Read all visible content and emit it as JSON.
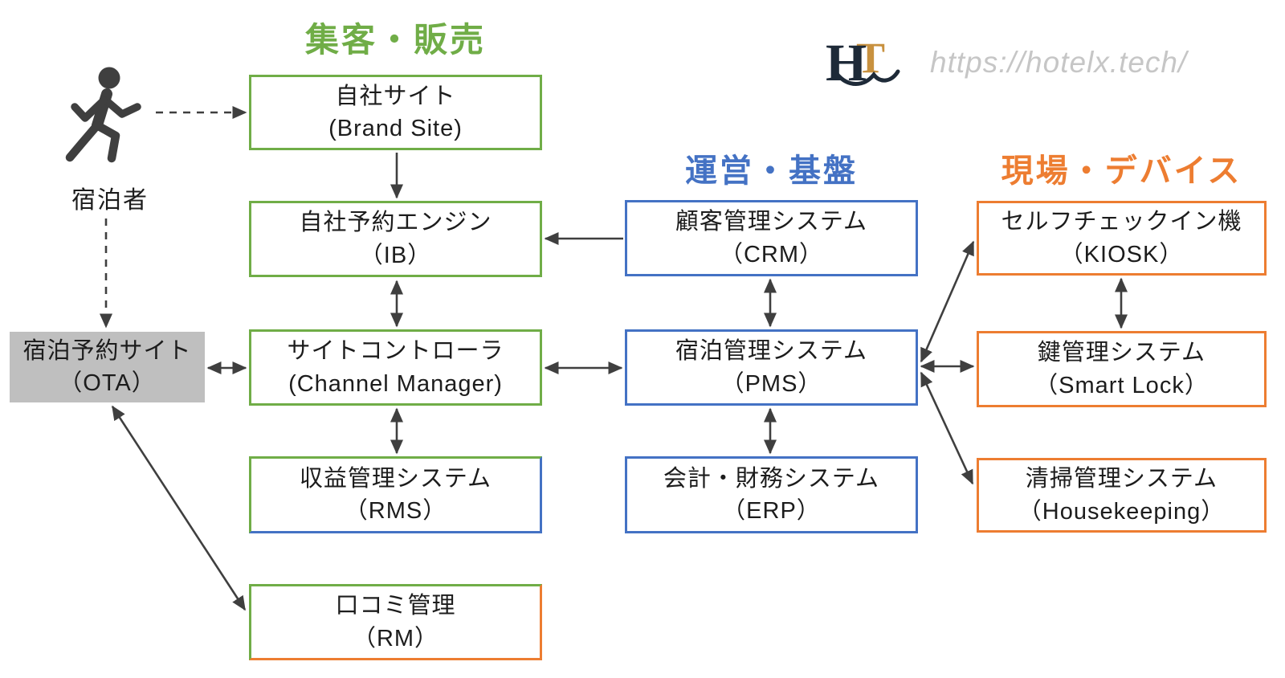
{
  "colors": {
    "green": "#70AD47",
    "blue": "#4472C4",
    "orange": "#ED7D31",
    "gray_fill": "#BFBFBF",
    "arrow_color": "#3F3F3F",
    "logo_navy": "#1E2A38",
    "logo_gold": "#C8913F",
    "url_gray": "#C6C6C6",
    "text": "#1C1C1C"
  },
  "logo": {
    "letter_h": "H",
    "letter_t": "T",
    "url": "https://hotelx.tech/"
  },
  "actor": {
    "label": "宿泊者"
  },
  "groups": {
    "sales": {
      "label": "集客・販売"
    },
    "operations": {
      "label": "運営・基盤"
    },
    "devices": {
      "label": "現場・デバイス"
    }
  },
  "nodes": {
    "brand_site": {
      "line1": "自社サイト",
      "line2": "(Brand Site)"
    },
    "ib": {
      "line1": "自社予約エンジン",
      "line2": "（IB）"
    },
    "channel_manager": {
      "line1": "サイトコントローラ",
      "line2": "(Channel Manager)"
    },
    "rms": {
      "line1": "収益管理システム",
      "line2": "（RMS）"
    },
    "rm": {
      "line1": "口コミ管理",
      "line2": "（RM）"
    },
    "ota": {
      "line1": "宿泊予約サイト",
      "line2": "（OTA）"
    },
    "crm": {
      "line1": "顧客管理システム",
      "line2": "（CRM）"
    },
    "pms": {
      "line1": "宿泊管理システム",
      "line2": "（PMS）"
    },
    "erp": {
      "line1": "会計・財務システム",
      "line2": "（ERP）"
    },
    "kiosk": {
      "line1": "セルフチェックイン機",
      "line2": "（KIOSK）"
    },
    "smart_lock": {
      "line1": "鍵管理システム",
      "line2": "（Smart Lock）"
    },
    "housekeeping": {
      "line1": "清掃管理システム",
      "line2": "（Housekeeping）"
    }
  }
}
